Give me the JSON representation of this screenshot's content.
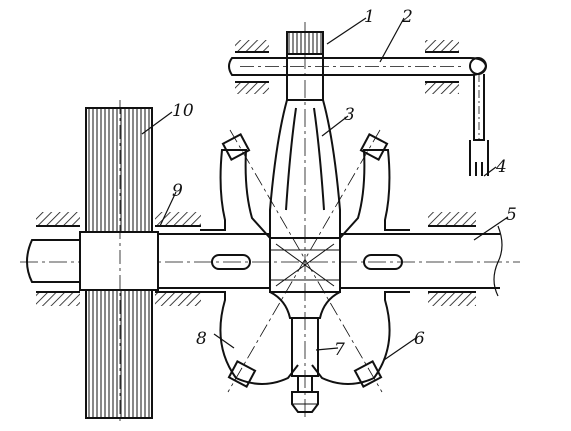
{
  "diagram": {
    "ink_color": "#111111",
    "background_color": "#ffffff",
    "callouts": [
      {
        "id": "c1",
        "text": "1"
      },
      {
        "id": "c2",
        "text": "2"
      },
      {
        "id": "c3",
        "text": "3"
      },
      {
        "id": "c4",
        "text": "4"
      },
      {
        "id": "c5",
        "text": "5"
      },
      {
        "id": "c6",
        "text": "6"
      },
      {
        "id": "c7",
        "text": "7"
      },
      {
        "id": "c8",
        "text": "8"
      },
      {
        "id": "c9",
        "text": "9"
      },
      {
        "id": "c10",
        "text": "10"
      }
    ]
  }
}
